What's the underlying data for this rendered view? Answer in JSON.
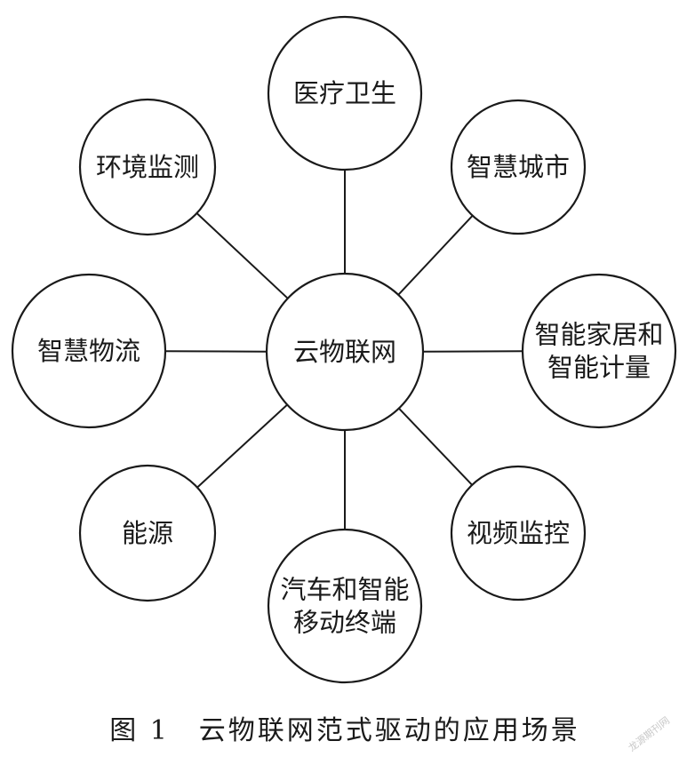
{
  "center": {
    "id": "center",
    "lines": [
      "云物联网"
    ]
  },
  "nodes": [
    {
      "id": "medical",
      "lines": [
        "医疗卫生"
      ]
    },
    {
      "id": "smart-city",
      "lines": [
        "智慧城市"
      ]
    },
    {
      "id": "smart-home",
      "lines": [
        "智能家居和",
        "智能计量"
      ]
    },
    {
      "id": "video",
      "lines": [
        "视频监控"
      ]
    },
    {
      "id": "vehicle",
      "lines": [
        "汽车和智能",
        "移动终端"
      ]
    },
    {
      "id": "energy",
      "lines": [
        "能源"
      ]
    },
    {
      "id": "logistics",
      "lines": [
        "智慧物流"
      ]
    },
    {
      "id": "environment",
      "lines": [
        "环境监测"
      ]
    }
  ],
  "caption": "图 1　云物联网范式驱动的应用场景",
  "watermark": "龙源期刊网",
  "colors": {
    "line": "#1a1a1a",
    "fill": "#ffffff",
    "watermark": "#c8c8c8"
  }
}
